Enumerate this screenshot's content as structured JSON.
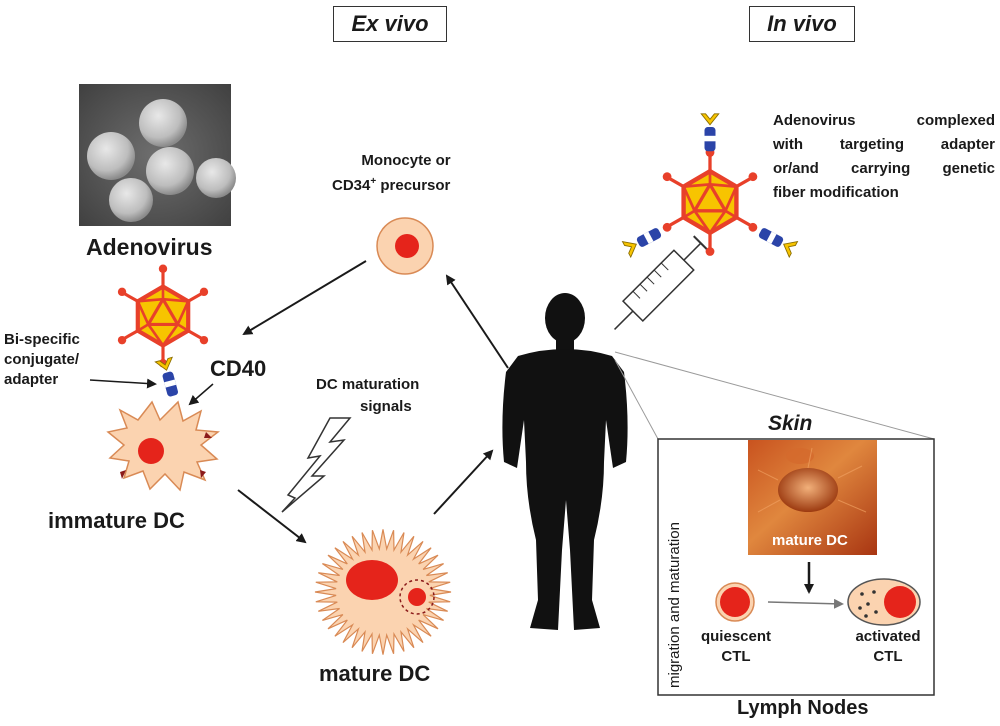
{
  "headers": {
    "ex_vivo": "Ex vivo",
    "in_vivo": "In vivo"
  },
  "labels": {
    "adenovirus": "Adenovirus",
    "precursor_line1": "Monocyte or",
    "precursor_line2_prefix": "CD34",
    "precursor_sup": "+",
    "precursor_line2_suffix": " precursor",
    "adapter_line1": "Bi-specific",
    "adapter_line2": "conjugate/",
    "adapter_line3": "adapter",
    "cd40": "CD40",
    "maturation_line1": "DC maturation",
    "maturation_line2": "signals",
    "immature_dc": "immature DC",
    "mature_dc": "mature DC",
    "invivo_desc": [
      "Adenovirus complexed",
      "with targeting adapter",
      "or/and carrying genetic",
      "fiber modification"
    ],
    "skin": "Skin",
    "skin_mature_dc": "mature DC",
    "migration": "migration and maturation",
    "quiescent_line1": "quiescent",
    "quiescent_line2": "CTL",
    "activated_line1": "activated",
    "activated_line2": "CTL",
    "lymph_nodes": "Lymph Nodes"
  },
  "colors": {
    "capsid_red": "#e8402a",
    "capsid_yellow": "#f7c400",
    "cell_fill": "#fbd3b0",
    "nucleus_red": "#e5241b",
    "adapter_blue": "#2b44a8",
    "skin_brown": "#b8421a"
  },
  "icons": [
    "adenovirus-micrograph",
    "adenovirus-capsid-icon",
    "human-silhouette-icon",
    "syringe-icon",
    "lightning-icon",
    "cell-icon"
  ]
}
